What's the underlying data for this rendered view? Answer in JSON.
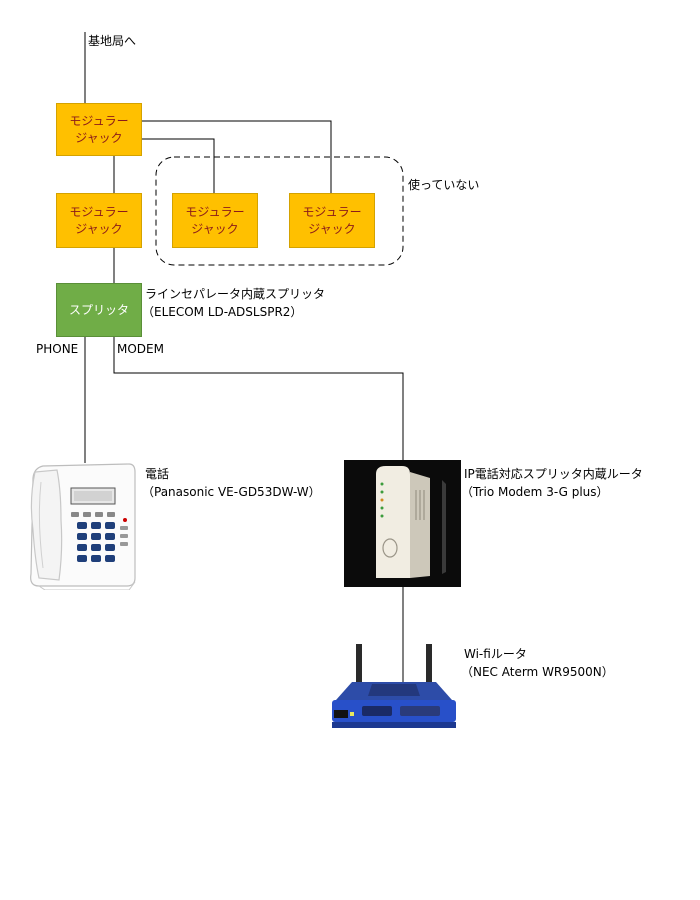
{
  "labels": {
    "to_station": "基地局へ",
    "unused": "使っていない",
    "phone_port": "PHONE",
    "modem_port": "MODEM"
  },
  "jacks": [
    "モジュラー\nジャック",
    "モジュラー\nジャック",
    "モジュラー\nジャック",
    "モジュラー\nジャック"
  ],
  "splitter": {
    "label": "スプリッタ",
    "desc1": "ラインセパレータ内蔵スプリッタ",
    "desc2": "（ELECOM LD-ADSLSPR2）"
  },
  "phone": {
    "desc1": "電話",
    "desc2": "（Panasonic VE-GD53DW-W）"
  },
  "router": {
    "desc1": "IP電話対応スプリッタ内蔵ルータ",
    "desc2": "（Trio Modem 3-G plus）"
  },
  "wifi": {
    "desc1": "Wi-fiルータ",
    "desc2": "（NEC Aterm WR9500N）"
  },
  "colors": {
    "jack_fill": "#FFC000",
    "jack_text": "#8B1A1A",
    "splitter_fill": "#70AD47"
  }
}
